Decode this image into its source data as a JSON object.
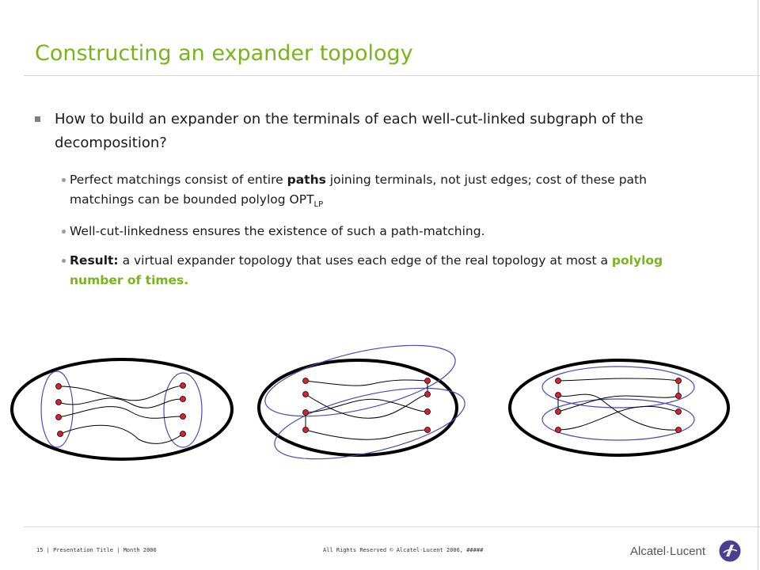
{
  "title": "Constructing an expander topology",
  "bullet": "How to build an expander on the terminals of each well-cut-linked subgraph of the decomposition?",
  "subs": {
    "s1_a": "Perfect matchings consist of entire ",
    "s1_bold": "paths",
    "s1_b": " joining terminals, not just edges; cost of these path matchings can be bounded polylog OPT",
    "s1_sub": "LP",
    "s2": "Well-cut-linkedness ensures the existence of such a path-matching.",
    "s3_bold": "Result:",
    "s3_a": " a virtual expander topology that uses each edge of the real topology at most a ",
    "s3_green": "polylog number of times."
  },
  "footer": {
    "left": "15 | Presentation Title | Month 2006",
    "center": "All Rights Reserved © Alcatel-Lucent 2006, #####",
    "brand": "Alcatel·Lucent"
  },
  "colors": {
    "accent": "#7ab41d",
    "node": "#d9212c",
    "cluster": "#4a4ab8"
  }
}
